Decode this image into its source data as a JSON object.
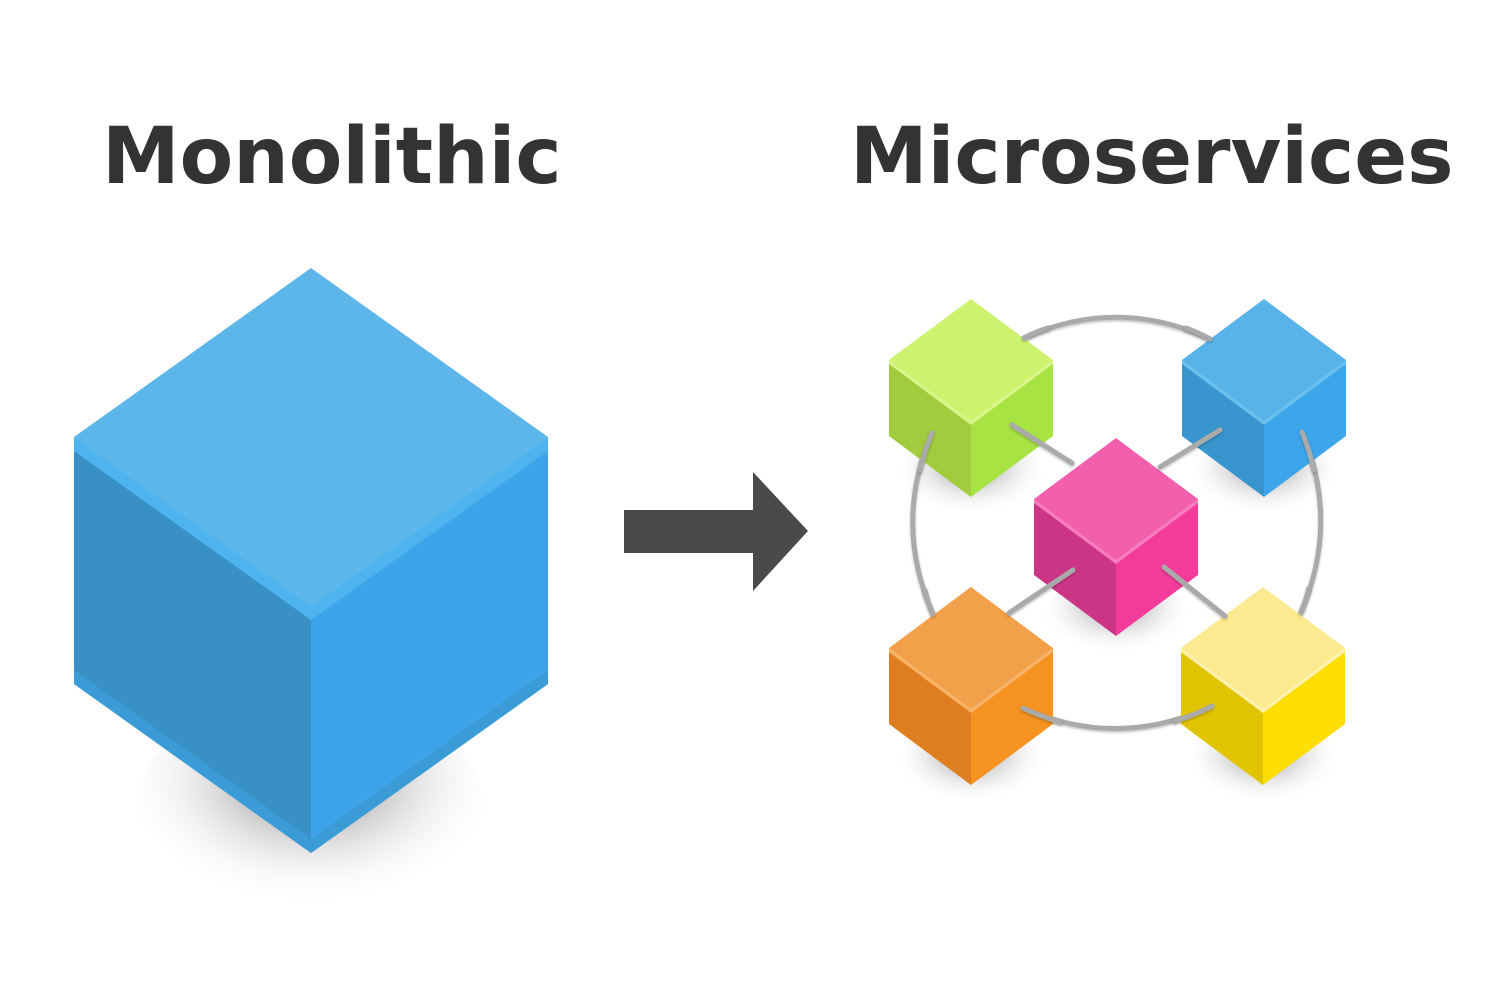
{
  "titles": {
    "left": "Monolithic",
    "right": "Microservices"
  },
  "colors": {
    "text": "#333333",
    "arrow": "#4a4a4a",
    "connector": "#aaaaaa",
    "shadow": "#8a8a8a"
  },
  "monolith": {
    "name": "monolith-cube",
    "colors": {
      "top": "#5db6ea",
      "rim": "#4db4f0",
      "left": "#3890c5",
      "right": "#3ea4ea",
      "bottom_rim": "#3b9bd6"
    }
  },
  "arrow": {
    "icon": "right-arrow-icon"
  },
  "services": [
    {
      "name": "service-cube-green",
      "colors": {
        "top": "#ccf26e",
        "rim": "#d8f58a",
        "left": "#a0cc3e",
        "right": "#a7e343"
      }
    },
    {
      "name": "service-cube-blue",
      "colors": {
        "top": "#57b3e8",
        "rim": "#6cc0ef",
        "left": "#3995cd",
        "right": "#3da5ea"
      }
    },
    {
      "name": "service-cube-pink",
      "colors": {
        "top": "#f25fad",
        "rim": "#f77dc0",
        "left": "#cc3586",
        "right": "#f33b9b"
      }
    },
    {
      "name": "service-cube-orange",
      "colors": {
        "top": "#f3a04a",
        "rim": "#f7b468",
        "left": "#df7e20",
        "right": "#f59220"
      }
    },
    {
      "name": "service-cube-yellow",
      "colors": {
        "top": "#fde98f",
        "rim": "#fff2b0",
        "left": "#e1c400",
        "right": "#fedd00"
      }
    }
  ]
}
